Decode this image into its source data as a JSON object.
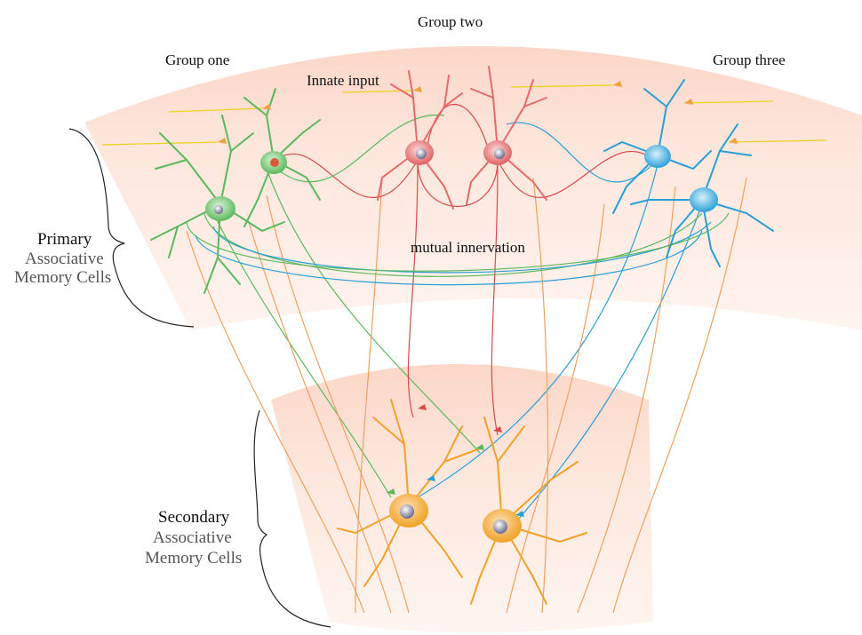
{
  "labels": {
    "group_one": "Group one",
    "group_two": "Group two",
    "group_three": "Group three",
    "innate_input": "Innate input",
    "mutual_innervation": "mutual innervation",
    "primary_line1": "Primary",
    "primary_line2": "Associative",
    "primary_line3": "Memory Cells",
    "secondary_line1": "Secondary",
    "secondary_line2": "Associative",
    "secondary_line3": "Memory Cells"
  },
  "colors": {
    "band": "#fde3d8",
    "group_one": "#5cb85c",
    "group_two": "#e66a6a",
    "group_three": "#2a9fd6",
    "secondary": "#f2a125",
    "input_fiber": "#f0d21b",
    "axon_orange": "#f0a060"
  }
}
